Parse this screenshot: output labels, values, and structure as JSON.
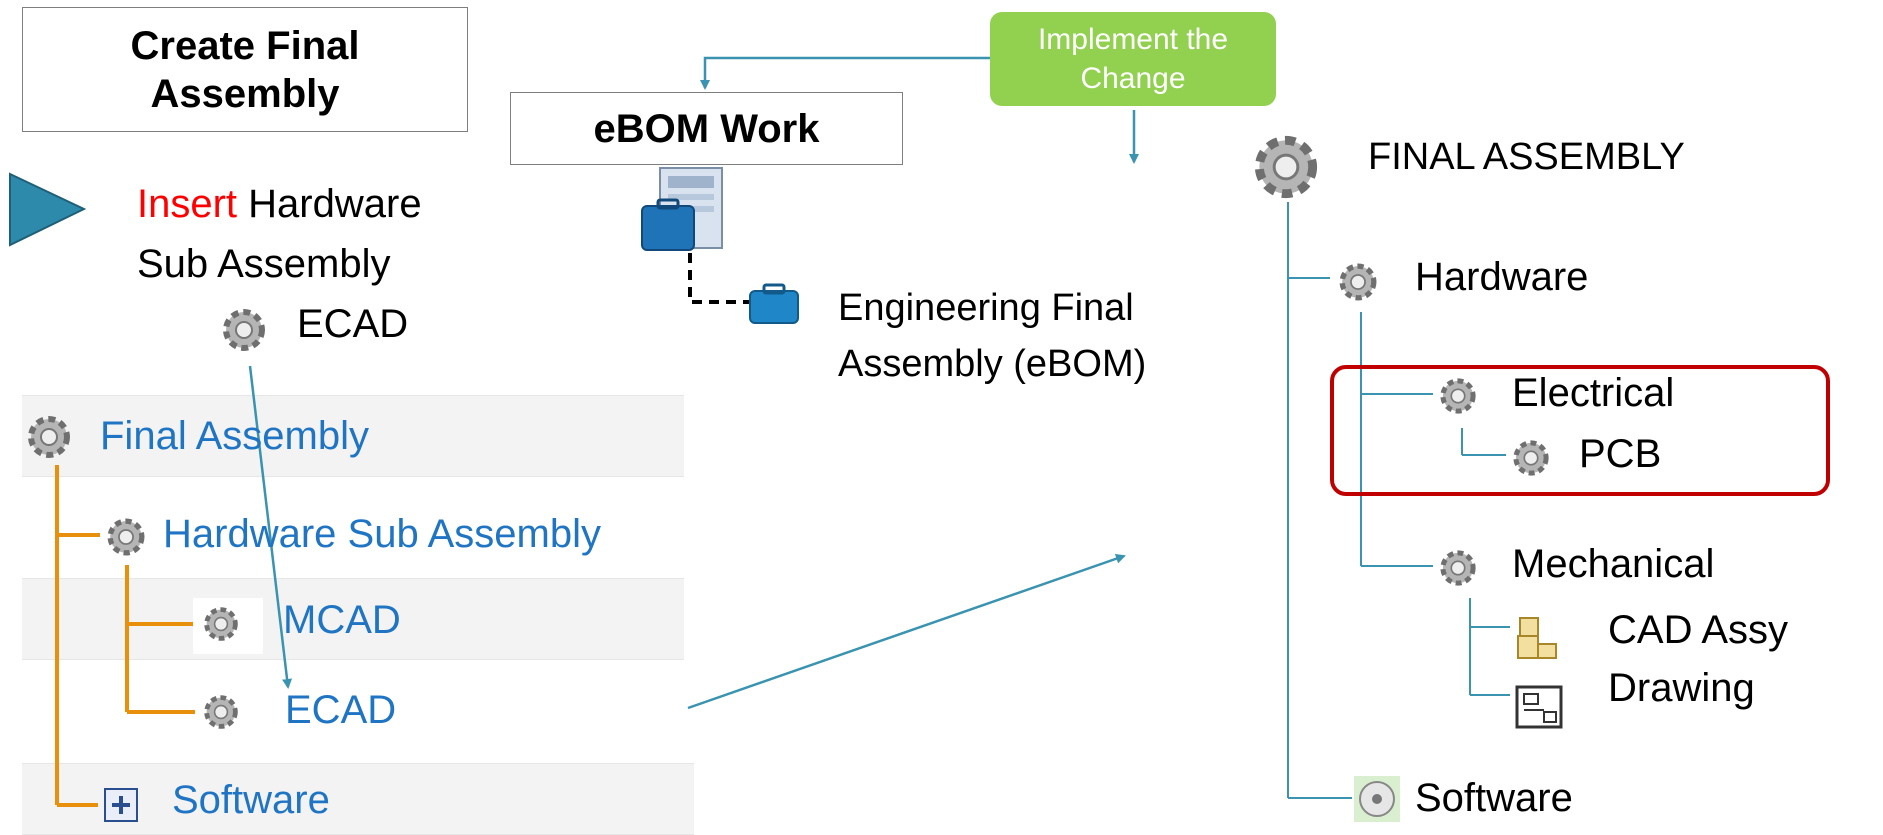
{
  "steps": {
    "create_title": "Create Final Assembly",
    "ebom_title": "eBOM Work",
    "implement": "Implement the Change"
  },
  "insert_instruction": {
    "verb": "Insert",
    "rest_line1": "Hardware",
    "rest_line2": "Sub Assembly",
    "ecad": "ECAD"
  },
  "left_tree": {
    "root": "Final Assembly",
    "hardware": "Hardware Sub Assembly",
    "mcad": "MCAD",
    "ecad": "ECAD",
    "software": "Software"
  },
  "ebom": {
    "label_line1": "Engineering Final",
    "label_line2": "Assembly (eBOM)"
  },
  "right_tree": {
    "root": "FINAL ASSEMBLY",
    "hardware": "Hardware",
    "electrical": "Electrical",
    "pcb": "PCB",
    "mechanical": "Mechanical",
    "cad_assy": "CAD Assy",
    "drawing": "Drawing",
    "software": "Software"
  },
  "colors": {
    "insert_red": "#ff0000",
    "tree_blue": "#1f75c4",
    "orange_line": "#e8900c",
    "teal_arrow": "#3a93b0",
    "green_callout": "#92d050",
    "highlight_red": "#c00000",
    "triangle": "#2e8aab"
  },
  "icons": [
    "gear-icon",
    "play-triangle-icon",
    "form-folder-icon",
    "folder-icon",
    "plus-box-icon",
    "parts-icon",
    "drawing-icon",
    "disc-icon"
  ]
}
